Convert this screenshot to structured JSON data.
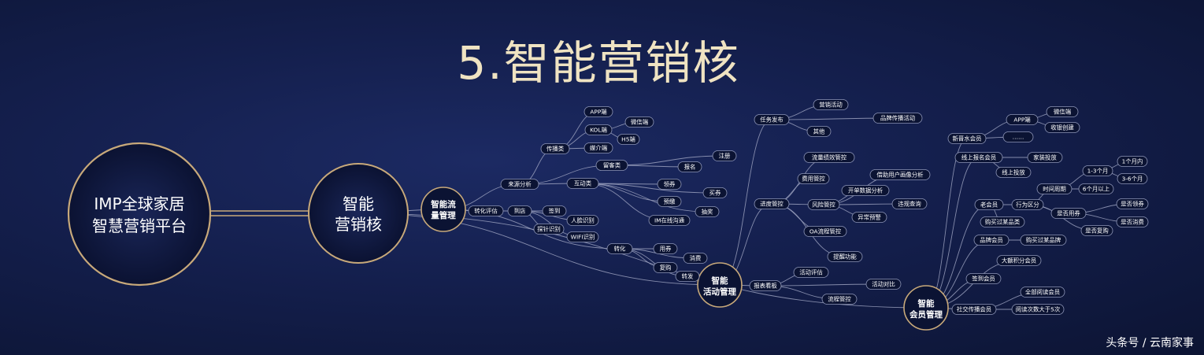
{
  "title": "5.智能营销核",
  "root": {
    "line1": "IMP全球家居",
    "line2": "智慧营销平台"
  },
  "core": {
    "line1": "智能",
    "line2": "营销核"
  },
  "hubs": {
    "traffic": {
      "line1": "智能流",
      "line2": "量管理"
    },
    "activity": {
      "line1": "智能",
      "line2": "活动管理"
    },
    "member": {
      "line1": "智能",
      "line2": "会员管理"
    }
  },
  "labels": {
    "app": "APP端",
    "wechat": "微信端",
    "kol": "KOL端",
    "h5": "H5端",
    "media": "媒介端",
    "spread": "传播类",
    "sleep": "留客类",
    "register": "注册",
    "report": "报名",
    "source": "来源分析",
    "interact": "互动类",
    "coupon": "领券",
    "buy_coupon": "买券",
    "predeposit": "预缴",
    "im": "IM在线沟通",
    "lottery": "抽奖",
    "convert_eval": "转化评估",
    "arrive": "到店",
    "checkin": "签到",
    "face": "人脸识别",
    "probe": "探针识别",
    "wifi": "WIFI识别",
    "convert": "转化",
    "use_coupon": "用券",
    "consume": "消费",
    "rebuy": "复购",
    "share": "转发",
    "task": "任务发布",
    "mkt_activity": "营销活动",
    "other": "其他",
    "brand_spread": "品牌传播活动",
    "progress": "进度管控",
    "flow_perf": "流量绩效管控",
    "cost": "费用管控",
    "risk": "风险管控",
    "credit_profile": "借助用户画像分析",
    "open_data": "开单数据分析",
    "violation": "违规查询",
    "anomaly": "异常预警",
    "oa": "OA流程管控",
    "remind": "提醒功能",
    "report_board": "报表看板",
    "activity_eval": "活动评估",
    "activity_compare": "活动对比",
    "process": "流程管控",
    "new_member": "新晋水会员",
    "wechat_app": "微信端",
    "app_end": "APP端",
    "dots": "……",
    "cashier": "收银创建",
    "online_reg": "线上报名会员",
    "home_invest": "家装投放",
    "online_invest": "线上投放",
    "time_period": "时间周期",
    "m1_3": "1-3个月",
    "m1": "1个月内",
    "m3_6": "3-6个月",
    "m6": "6个月以上",
    "old_member": "老会员",
    "behavior": "行为区分",
    "used_coupon": "是否用券",
    "got_coupon": "是否领券",
    "is_consume": "是否消费",
    "is_rebuy": "是否复购",
    "buy_cat": "购买过某品类",
    "brand_member": "品牌会员",
    "buy_brand": "购买过某品牌",
    "big_points": "大额积分会员",
    "sign_member": "签到会员",
    "social_member": "社交传播会员",
    "all_read": "全部阅读会员",
    "read_times": "阅读次数大于5次"
  },
  "watermark": "头条号 / 云南家事",
  "colors": {
    "background": "#141f4d",
    "title": "#efe3c2",
    "ring": "#c8a97a",
    "line": "#9aa0bd"
  }
}
